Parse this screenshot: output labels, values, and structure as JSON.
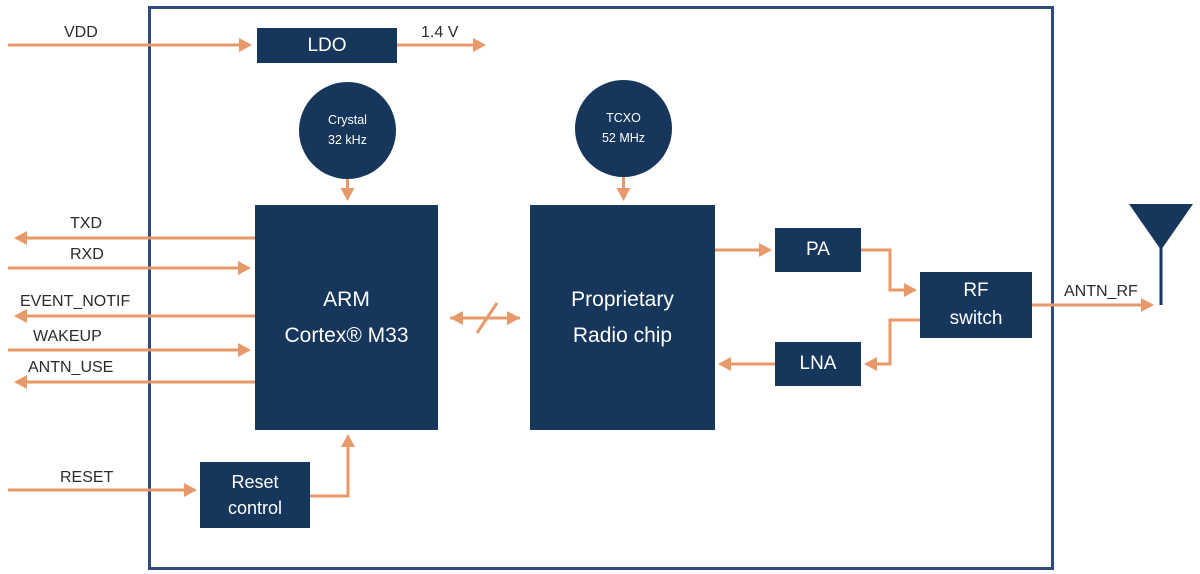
{
  "diagram": {
    "power": {
      "vdd": "VDD",
      "ldo": "LDO",
      "ldo_out": "1.4 V"
    },
    "oscillators": {
      "crystal": {
        "line1": "Crystal",
        "line2": "32 kHz"
      },
      "tcxo": {
        "line1": "TCXO",
        "line2": "52 MHz"
      }
    },
    "mcu": {
      "line1": "ARM",
      "line2": "Cortex® M33"
    },
    "radio": {
      "line1": "Proprietary",
      "line2": "Radio chip"
    },
    "rf": {
      "pa": "PA",
      "lna": "LNA",
      "switch_line1": "RF",
      "switch_line2": "switch",
      "antn_rf": "ANTN_RF"
    },
    "signals": {
      "txd": "TXD",
      "rxd": "RXD",
      "event_notif": "EVENT_NOTIF",
      "wakeup": "WAKEUP",
      "antn_use": "ANTN_USE",
      "reset": "RESET"
    },
    "reset_control": {
      "line1": "Reset",
      "line2": "control"
    },
    "colors": {
      "block_navy": "#16365c",
      "wire_orange": "#e8996a",
      "border_blue": "#2d4b7c"
    }
  }
}
